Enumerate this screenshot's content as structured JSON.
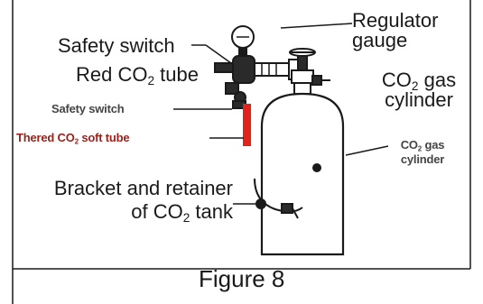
{
  "labels": {
    "regulator_gauge_line1": "Regulator",
    "regulator_gauge_line2": "gauge",
    "safety_switch_top": "Safety switch",
    "red_tube_pre": "Red CO",
    "red_tube_sub": "2",
    "red_tube_post": " tube",
    "co2_gas_pre": "CO",
    "co2_gas_sub": "2",
    "co2_gas_post": " gas",
    "cylinder": "cylinder",
    "safety_switch_small": "Safety switch",
    "red_soft_tube_pre": "Thered CO",
    "red_soft_tube_sub": "2",
    "red_soft_tube_post": " soft tube",
    "co2_gas_small_pre": "CO",
    "co2_gas_small_sub": "2",
    "co2_gas_small_post": " gas",
    "cylinder_small": "cylinder",
    "bracket_line1": "Bracket and retainer",
    "bracket_line2_pre": "of CO",
    "bracket_line2_sub": "2",
    "bracket_line2_post": " tank"
  },
  "caption": "Figure 8",
  "colors": {
    "outline": "#1a1a1a",
    "red_tube": "#e0241b",
    "background": "#ffffff"
  }
}
